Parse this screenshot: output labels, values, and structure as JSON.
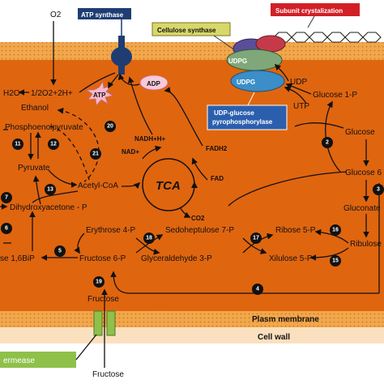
{
  "labels": {
    "o2": "O2",
    "atp_synthase": "ATP synthase",
    "cellulose_synthase": "Cellulose synthase",
    "subunit_crystallization": "Subunit crystalization",
    "h2o": "H2O",
    "half_o2": "1/2O2+2H+",
    "atp": "ATP",
    "adp": "ADP",
    "udpg_top": "UDPG",
    "udpg_bottom": "UDPG",
    "udp": "UDP",
    "utp": "UTP",
    "glucose1p": "Glucose 1-P",
    "udp_glucose_ppase": "UDP-glucose pyrophosphorylase",
    "ethanol": "Ethanol",
    "pep": "Phosphoenolpyruvate",
    "pyruvate": "Pyruvate",
    "acetylcoa": "Acetyl-CoA",
    "nadh": "NADH+H+",
    "nad": "NAD+",
    "fadh2": "FADH2",
    "fad": "FAD",
    "tca": "TCA",
    "co2": "CO2",
    "glucose": "Glucose",
    "glucose6p": "Glucose 6",
    "gluconate": "Gluconate",
    "ribulose": "Ribulose",
    "dhap": "Dihydroxyacetone - P",
    "erythrose": "Erythrose 4-P",
    "sedoheptulose": "Sedoheptulose 7-P",
    "ribose": "Ribose 5-P",
    "xilulose": "Xilulose 5-P",
    "fbp": "se 1,6BiP",
    "fructose6p": "Fructose 6-P",
    "g3p": "Glyceraldehyde 3-P",
    "fructose_in": "Fructose",
    "plasm_membrane": "Plasm membrane",
    "cell_wall": "Cell wall",
    "permease": "ermease",
    "fructose_out": "Fructose"
  },
  "steps": {
    "n2": "2",
    "n3": "3",
    "n4": "4",
    "n5": "5",
    "n6": "6",
    "n7": "7",
    "n11": "11",
    "n12": "12",
    "n13": "13",
    "n15": "15",
    "n16": "16",
    "n17": "17",
    "n18": "18",
    "n19": "19",
    "n20": "20",
    "n21": "21"
  },
  "colors": {
    "cytoplasm": "#e0650f",
    "membrane": "#f2a74b",
    "cell_wall": "#fbe0bf",
    "step_badge": "#111111",
    "permease": "#8fc04a",
    "atp_synthase": "#1f3d73",
    "cellulose_synthase_label": "#d8d76a",
    "subunit_label": "#d21f26",
    "udp_ppase_label": "#2b5fae"
  }
}
